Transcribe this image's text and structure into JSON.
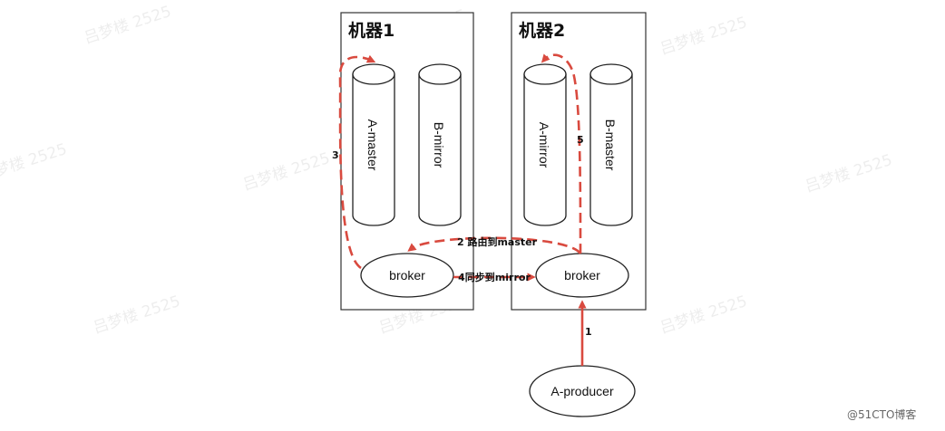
{
  "machines": [
    {
      "title": "机器1",
      "queues": [
        "A-master",
        "B-mirror"
      ],
      "broker": "broker"
    },
    {
      "title": "机器2",
      "queues": [
        "A-mirror",
        "B-master"
      ],
      "broker": "broker"
    }
  ],
  "producer": "A-producer",
  "steps": {
    "s1": "1",
    "s2": "2 路由到master",
    "s3": "3",
    "s4": "4同步到mirror",
    "s5": "5"
  },
  "watermark": "吕梦楼 2525",
  "corner_mark": "@51CTO博客",
  "colors": {
    "arrow": "#d94a3f"
  }
}
